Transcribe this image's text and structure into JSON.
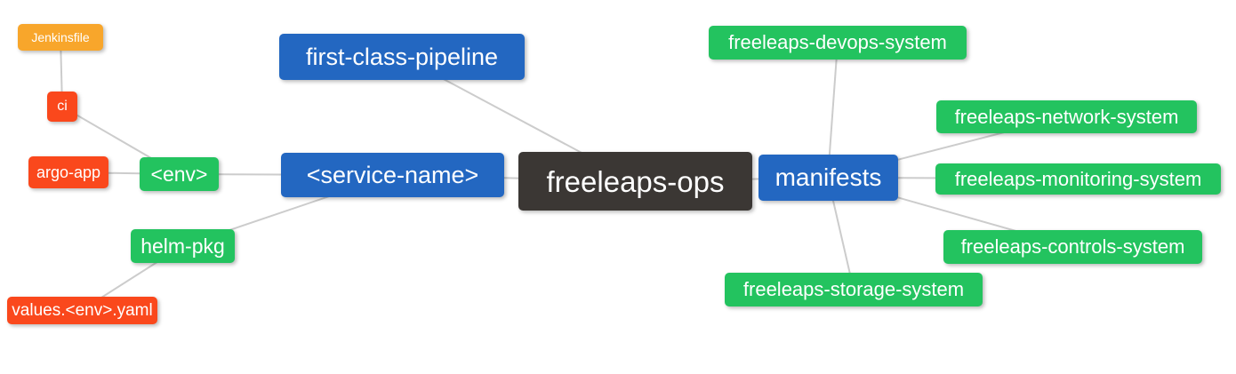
{
  "diagram": {
    "type": "mindmap",
    "palette": {
      "root_bg": "#3B3734",
      "branch_bg": "#2367C1",
      "group_bg": "#23C35F",
      "leaf_bg": "#FA481C",
      "file_bg": "#F8A62B",
      "edge": "#CCCCCC",
      "text": "#FFFFFF"
    },
    "nodes": {
      "root": {
        "label": "freeleaps-ops"
      },
      "first_class_pipeline": {
        "label": "first-class-pipeline"
      },
      "service_name": {
        "label": "<service-name>"
      },
      "manifests": {
        "label": "manifests"
      },
      "env": {
        "label": "<env>"
      },
      "helm_pkg": {
        "label": "helm-pkg"
      },
      "ci": {
        "label": "ci"
      },
      "argo_app": {
        "label": "argo-app"
      },
      "jenkinsfile": {
        "label": "Jenkinsfile"
      },
      "values_env_yaml": {
        "label": "values.<env>.yaml"
      },
      "devops_system": {
        "label": "freeleaps-devops-system"
      },
      "network_system": {
        "label": "freeleaps-network-system"
      },
      "monitoring_system": {
        "label": "freeleaps-monitoring-system"
      },
      "controls_system": {
        "label": "freeleaps-controls-system"
      },
      "storage_system": {
        "label": "freeleaps-storage-system"
      }
    },
    "edges": [
      {
        "from": "jenkinsfile",
        "to": "ci"
      },
      {
        "from": "ci",
        "to": "env"
      },
      {
        "from": "argo_app",
        "to": "env"
      },
      {
        "from": "env",
        "to": "service_name"
      },
      {
        "from": "helm_pkg",
        "to": "service_name"
      },
      {
        "from": "values_env_yaml",
        "to": "helm_pkg"
      },
      {
        "from": "first_class_pipeline",
        "to": "root"
      },
      {
        "from": "service_name",
        "to": "root"
      },
      {
        "from": "root",
        "to": "manifests"
      },
      {
        "from": "manifests",
        "to": "devops_system"
      },
      {
        "from": "manifests",
        "to": "network_system"
      },
      {
        "from": "manifests",
        "to": "monitoring_system"
      },
      {
        "from": "manifests",
        "to": "controls_system"
      },
      {
        "from": "manifests",
        "to": "storage_system"
      }
    ]
  }
}
